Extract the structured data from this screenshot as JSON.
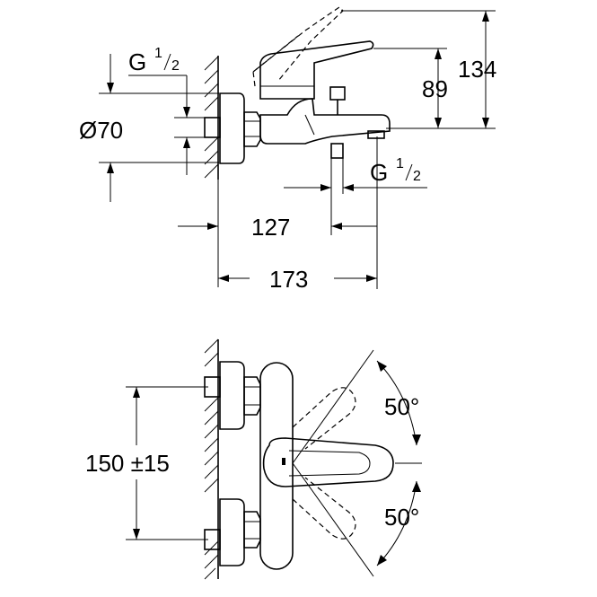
{
  "top_view": {
    "dim_134": "134",
    "dim_89": "89",
    "dim_diam_70": "Ø70",
    "dim_g_left": "G",
    "dim_g_left_num": "1",
    "dim_g_left_den": "2",
    "dim_g_right": "G",
    "dim_g_right_num": "1",
    "dim_g_right_den": "2",
    "dim_127": "127",
    "dim_173": "173"
  },
  "bottom_view": {
    "dim_150": "150 ±15",
    "angle_top": "50°",
    "angle_bottom": "50°"
  }
}
